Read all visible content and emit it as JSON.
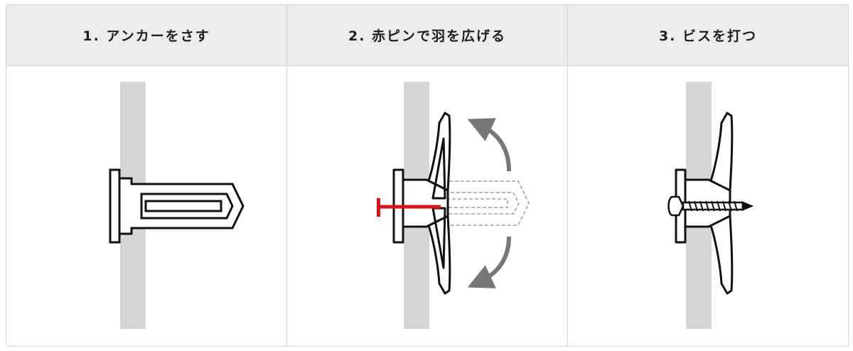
{
  "steps": [
    {
      "title": "1. アンカーをさす",
      "illustration": "anchor-insert"
    },
    {
      "title": "2. 赤ピンで羽を広げる",
      "illustration": "wings-expand"
    },
    {
      "title": "3. ビスを打つ",
      "illustration": "screw-drive"
    }
  ],
  "colors": {
    "header_bg": "#ececec",
    "border": "#d2d2d2",
    "wall": "#d6d6d6",
    "outline": "#111111",
    "red_pin": "#d4161b",
    "arrow": "#777777",
    "ghost": "#aaaaaa"
  }
}
